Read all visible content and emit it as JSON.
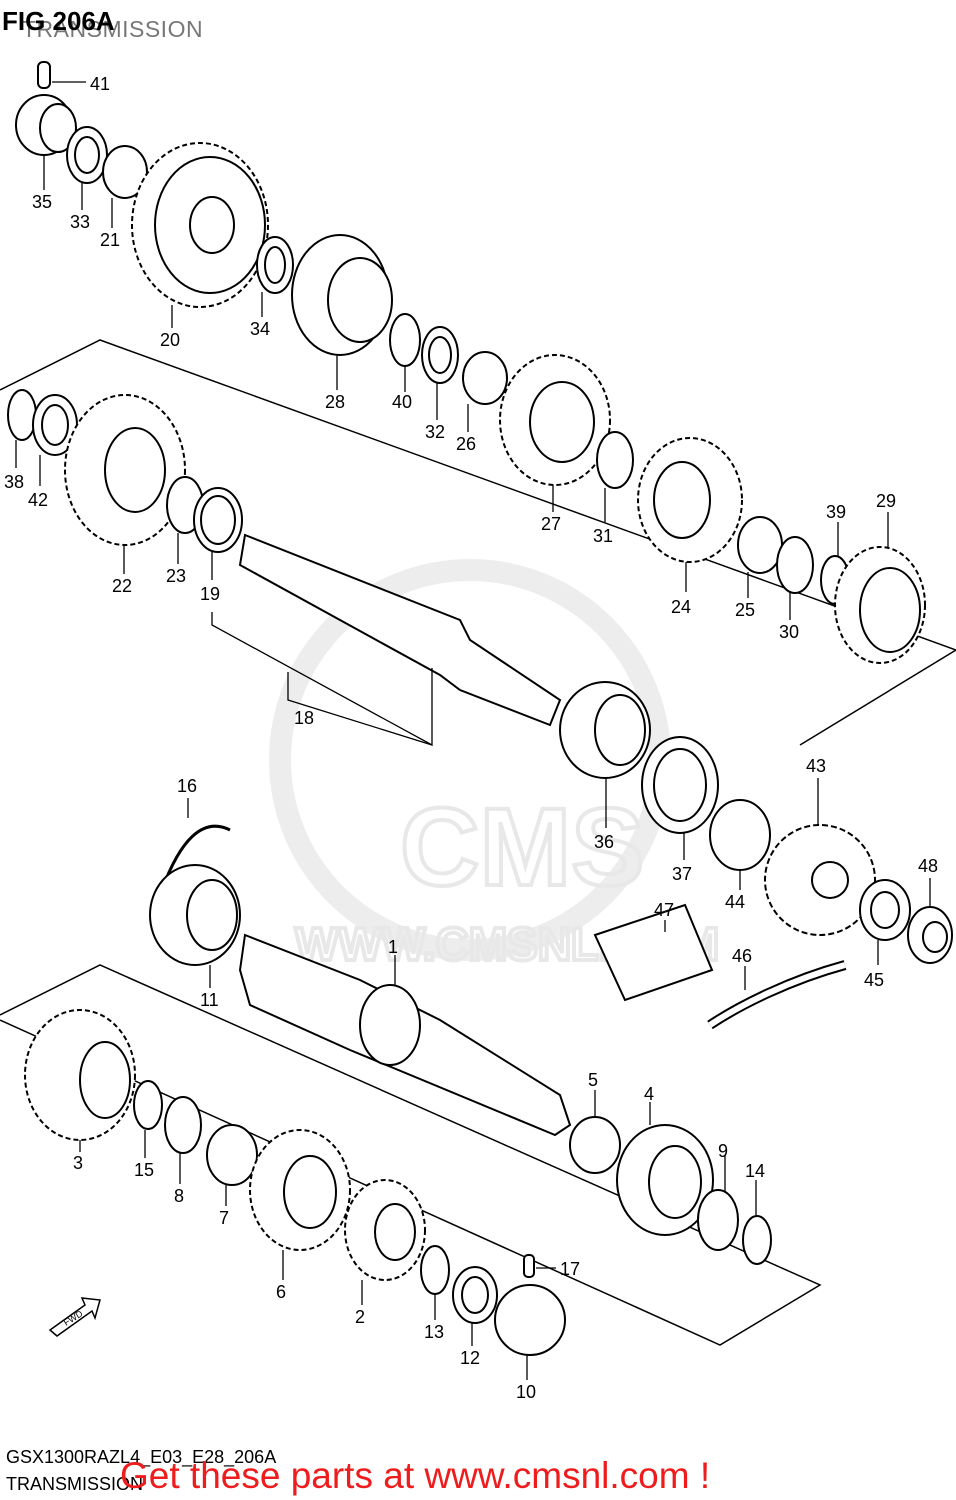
{
  "header": {
    "figure_title": "FIG 206A",
    "figure_subtitle": "TRANSMISSION"
  },
  "watermark": {
    "brand": "CMS",
    "url": "WWW.CMSNL.COM"
  },
  "callouts": [
    "1",
    "2",
    "3",
    "4",
    "5",
    "6",
    "7",
    "8",
    "9",
    "10",
    "11",
    "12",
    "13",
    "14",
    "15",
    "16",
    "17",
    "18",
    "19",
    "20",
    "21",
    "22",
    "23",
    "24",
    "25",
    "26",
    "27",
    "28",
    "29",
    "30",
    "31",
    "32",
    "33",
    "34",
    "35",
    "36",
    "37",
    "38",
    "39",
    "40",
    "41",
    "42",
    "43",
    "44",
    "45",
    "46",
    "47",
    "48"
  ],
  "fwd_label": "FWD",
  "footer": {
    "model_code": "GSX1300RAZL4_E03_E28_206A",
    "section_name": "TRANSMISSION",
    "cta": "Get these parts at www.cmsnl.com !"
  },
  "colors": {
    "line": "#000000",
    "cta": "#ee1c1c",
    "watermark": "#e8e8e8"
  }
}
